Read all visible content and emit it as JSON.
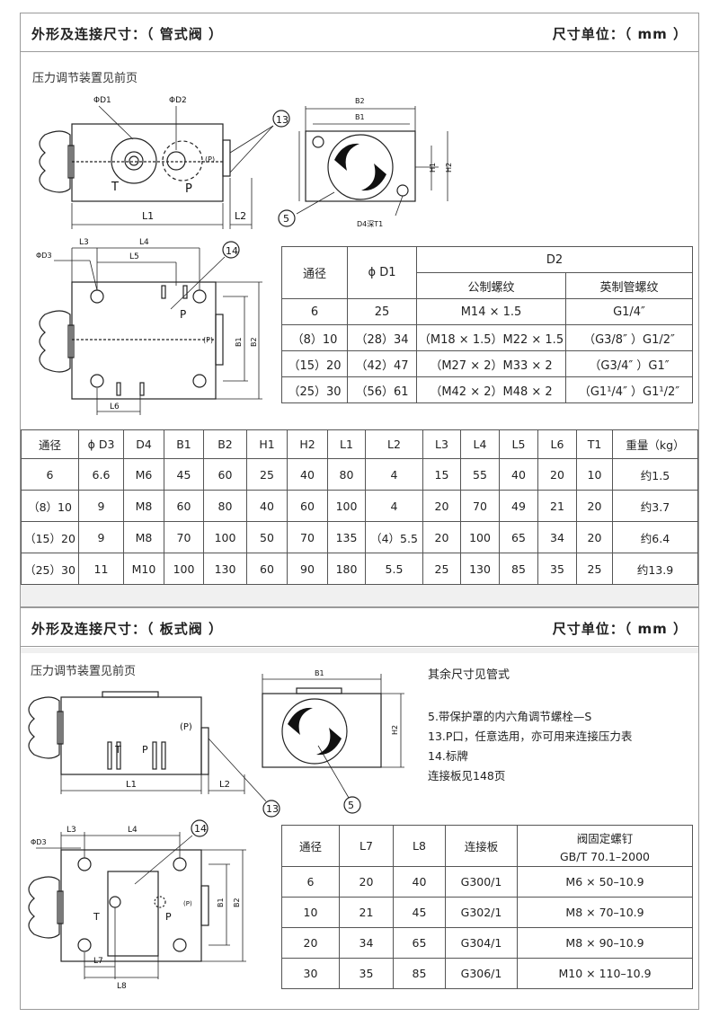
{
  "section1": {
    "title": "外形及连接尺寸：（ 管式阀 ）",
    "unit": "尺寸单位：（ mm ）",
    "note": "压力调节装置见前页",
    "labels": {
      "d1": "ΦD1",
      "d2": "ΦD2",
      "T": "T",
      "P": "P",
      "Pport": "(P)",
      "L1": "L1",
      "L2": "L2",
      "B1": "B1",
      "B2": "B2",
      "H1": "H1",
      "H2": "H2",
      "D4T1": "D4深T1",
      "L3": "L3",
      "L4": "L4",
      "L5": "L5",
      "L6": "L6",
      "D3": "ΦD3",
      "n13": "13",
      "n5": "5",
      "n14": "14"
    },
    "table_small": {
      "h_bore": "通径",
      "h_d1": "ϕ D1",
      "h_d2": "D2",
      "h_metric": "公制螺纹",
      "h_imperial": "英制管螺纹",
      "rows": [
        [
          "6",
          "25",
          "M14 × 1.5",
          "G1/4″"
        ],
        [
          "（8）10",
          "（28）34",
          "（M18 × 1.5）M22 × 1.5",
          "（G3/8″ ）G1/2″"
        ],
        [
          "（15）20",
          "（42）47",
          "（M27 × 2）M33 × 2",
          "（G3/4″ ）G1″"
        ],
        [
          "（25）30",
          "（56）61",
          "（M42 × 2）M48 × 2",
          "（G1¹/4″ ）G1¹/2″"
        ]
      ]
    },
    "table_main": {
      "headers": [
        "通径",
        "ϕ D3",
        "D4",
        "B1",
        "B2",
        "H1",
        "H2",
        "L1",
        "L2",
        "L3",
        "L4",
        "L5",
        "L6",
        "T1",
        "重量（kg）"
      ],
      "rows": [
        [
          "6",
          "6.6",
          "M6",
          "45",
          "60",
          "25",
          "40",
          "80",
          "4",
          "15",
          "55",
          "40",
          "20",
          "10",
          "约1.5"
        ],
        [
          "（8）10",
          "9",
          "M8",
          "60",
          "80",
          "40",
          "60",
          "100",
          "4",
          "20",
          "70",
          "49",
          "21",
          "20",
          "约3.7"
        ],
        [
          "（15）20",
          "9",
          "M8",
          "70",
          "100",
          "50",
          "70",
          "135",
          "（4）5.5",
          "20",
          "100",
          "65",
          "34",
          "20",
          "约6.4"
        ],
        [
          "（25）30",
          "11",
          "M10",
          "100",
          "130",
          "60",
          "90",
          "180",
          "5.5",
          "25",
          "130",
          "85",
          "35",
          "25",
          "约13.9"
        ]
      ]
    }
  },
  "section2": {
    "title": "外形及连接尺寸：（ 板式阀 ）",
    "unit": "尺寸单位：（ mm ）",
    "note": "压力调节装置见前页",
    "labels": {
      "T": "T",
      "P": "P",
      "Pport": "(P)",
      "L1": "L1",
      "L2": "L2",
      "B1": "B1",
      "H2": "H2",
      "B2": "B2",
      "L3": "L3",
      "L4": "L4",
      "L7": "L7",
      "L8": "L8",
      "D3": "ΦD3",
      "n13": "13",
      "n5": "5",
      "n14": "14"
    },
    "side_notes": [
      "其余尺寸见管式",
      "5.带保护罩的内六角调节螺栓—S",
      "13.P口，任意选用，亦可用来连接压力表",
      "14.标牌",
      "连接板见148页"
    ],
    "table": {
      "headers": [
        "通径",
        "L7",
        "L8",
        "连接板"
      ],
      "h_bolt_1": "阀固定螺钉",
      "h_bolt_2": "GB/T  70.1–2000",
      "rows": [
        [
          "6",
          "20",
          "40",
          "G300/1",
          "M6 × 50–10.9"
        ],
        [
          "10",
          "21",
          "45",
          "G302/1",
          "M8 × 70–10.9"
        ],
        [
          "20",
          "34",
          "65",
          "G304/1",
          "M8 × 90–10.9"
        ],
        [
          "30",
          "35",
          "85",
          "G306/1",
          "M10 × 110–10.9"
        ]
      ]
    }
  }
}
